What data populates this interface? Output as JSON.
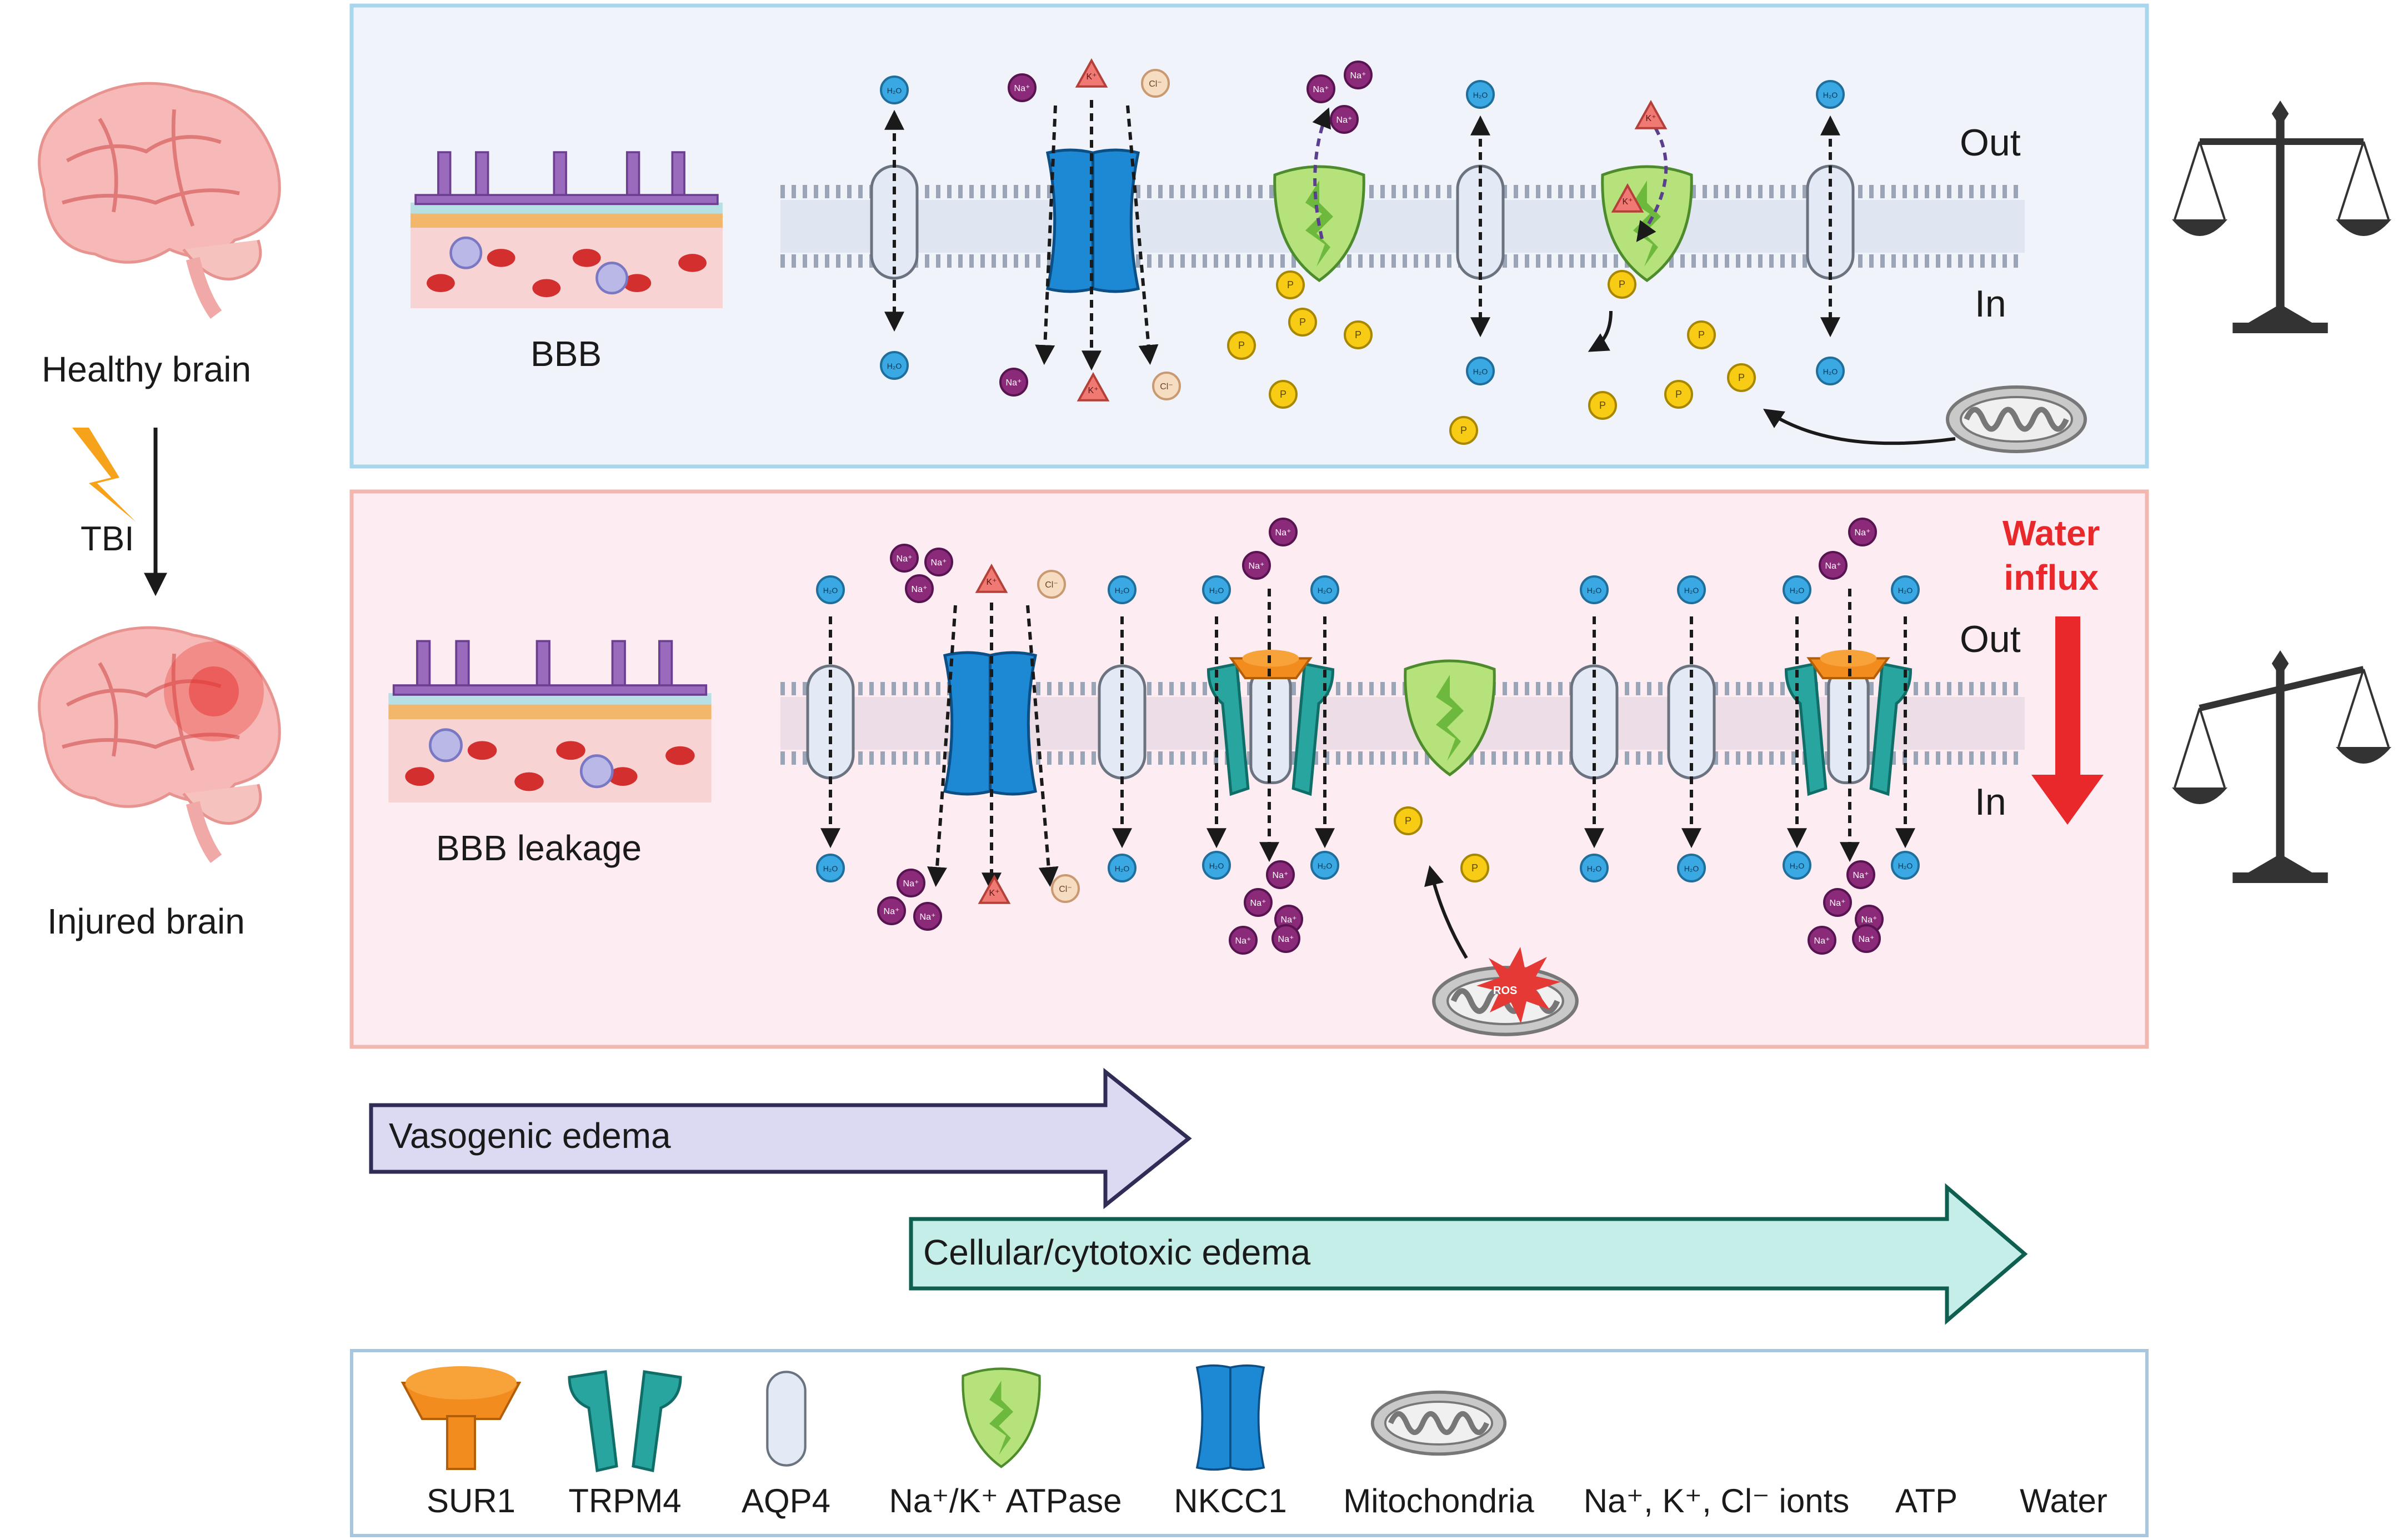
{
  "left": {
    "healthy_label": "Healthy brain",
    "tbi_label": "TBI",
    "injured_label": "Injured brain"
  },
  "top_panel": {
    "bbb_label": "BBB",
    "out_label": "Out",
    "in_label": "In"
  },
  "bottom_panel": {
    "bbb_label": "BBB leakage",
    "out_label": "Out",
    "in_label": "In",
    "water_influx_label": "Water\ninflux",
    "ros_label": "ROS"
  },
  "arrows": {
    "vasogenic_label": "Vasogenic edema",
    "cellular_label": "Cellular/cytotoxic edema"
  },
  "molecules": {
    "water": "H₂O",
    "sodium": "Na⁺",
    "potassium": "K⁺",
    "chloride": "Cl⁻",
    "atp": "P"
  },
  "legend": {
    "sur1": "SUR1",
    "trpm4": "TRPM4",
    "aqp4": "AQP4",
    "atpase": "Na⁺/K⁺ ATPase",
    "nkcc1": "NKCC1",
    "mito": "Mitochondria",
    "ions": "Na⁺, K⁺, Cl⁻ ionts",
    "atp": "ATP",
    "water": "Water"
  },
  "colors": {
    "top_panel_bg": "#f0f4fa",
    "top_panel_border": "#a8d6ec",
    "bottom_panel_bg": "#fdecf1",
    "bottom_panel_border": "#f2b8b0",
    "water_influx": "#e8282b",
    "vasogenic_fill": "#dcdaf2",
    "cellular_fill": "#c6eee9"
  }
}
